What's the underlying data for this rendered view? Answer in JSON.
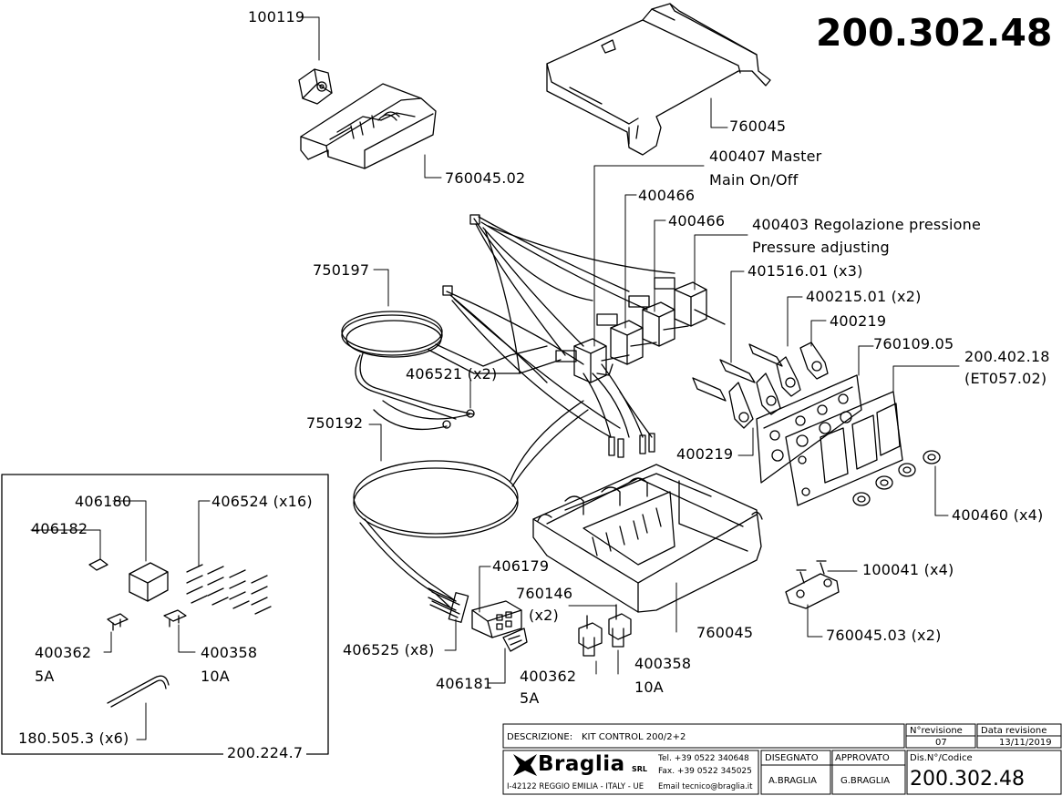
{
  "drawing_code": "200.302.48",
  "labels": {
    "p100119": "100119",
    "p760045_top": "760045",
    "p760045_02": "760045.02",
    "p400407_a": "400407 Master",
    "p400407_b": "Main On/Off",
    "p400466_a": "400466",
    "p400466_b": "400466",
    "p400403_a": "400403 Regolazione pressione",
    "p400403_b": "Pressure adjusting",
    "p401516": "401516.01 (x3)",
    "p400215": "400215.01 (x2)",
    "p400219_top": "400219",
    "p760109": "760109.05",
    "p200402_a": "200.402.18",
    "p200402_b": "(ET057.02)",
    "p750197": "750197",
    "p406521": "406521 (x2)",
    "p750192": "750192",
    "p400219_bot": "400219",
    "p400460": "400460 (x4)",
    "p406180": "406180",
    "p406524": "406524 (x16)",
    "p406182": "406182",
    "p406179": "406179",
    "p760146_a": "760146",
    "p760146_b": "(x2)",
    "p100041": "100041 (x4)",
    "p760045_bot": "760045",
    "p760045_03": "760045.03 (x2)",
    "p406525": "406525 (x8)",
    "p406181": "406181",
    "p400362_in_a": "400362",
    "p400362_in_b": "5A",
    "p400358_in_a": "400358",
    "p400358_in_b": "10A",
    "p400362_out_a": "400362",
    "p400362_out_b": "5A",
    "p400358_out_a": "400358",
    "p400358_out_b": "10A",
    "p180505": "180.505.3 (x6)",
    "p200224": "200.224.7"
  },
  "title_block": {
    "descrizione_label": "DESCRIZIONE:",
    "descrizione_value": "KIT CONTROL 200/2+2",
    "revision_label": "N°revisione",
    "revision_value": "07",
    "revision_date_label": "Data revisione",
    "revision_date_value": "13/11/2019",
    "company": "Braglia",
    "company_suffix": "SRL",
    "tel": "Tel. +39 0522 340648",
    "fax": "Fax. +39 0522 345025",
    "address": "I-42122 REGGIO EMILIA - ITALY - UE",
    "email": "Email tecnico@braglia.it",
    "disegnato_label": "DISEGNATO",
    "disegnato_value": "A.BRAGLIA",
    "approvato_label": "APPROVATO",
    "approvato_value": "G.BRAGLIA",
    "code_label": "Dis.N°/Codice",
    "code_value": "200.302.48"
  },
  "icons": [
    "braglia-logo-icon"
  ]
}
